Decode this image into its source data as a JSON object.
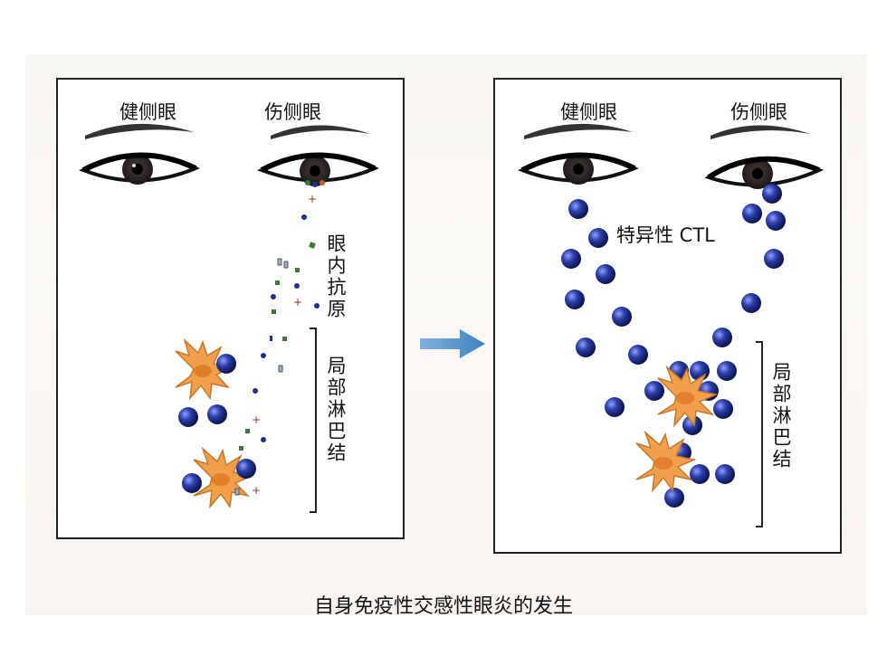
{
  "left_panel": {
    "healthy_eye_label": "健侧眼",
    "injured_eye_label": "伤侧眼",
    "antigen_label": "眼内抗原",
    "lymph_label": "局部淋巴结"
  },
  "right_panel": {
    "healthy_eye_label": "健侧眼",
    "injured_eye_label": "伤侧眼",
    "ctl_label": "特异性 CTL",
    "lymph_label": "局部淋巴结"
  },
  "caption": "自身免疫性交感性眼炎的发生",
  "colors": {
    "lymphocyte": "#1f2f8c",
    "dendritic_cell": "#f0a04a",
    "antigen_green": "#3f7a3a",
    "arrow": "#4a8ec6"
  }
}
